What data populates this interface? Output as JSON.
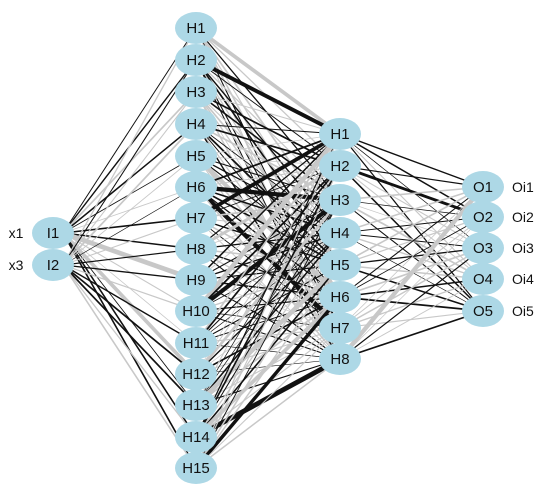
{
  "diagram": {
    "node_color": "#add8e6",
    "edge_dark": "#111111",
    "edge_light": "#c8c8c8",
    "input_names": [
      "x1",
      "x3"
    ],
    "output_names": [
      "Oi1",
      "Oi2",
      "Oi3",
      "Oi4",
      "Oi5"
    ],
    "layers": [
      {
        "name": "input",
        "nodes": [
          "I1",
          "I2"
        ]
      },
      {
        "name": "hidden1",
        "nodes": [
          "H1",
          "H2",
          "H3",
          "H4",
          "H5",
          "H6",
          "H7",
          "H8",
          "H9",
          "H10",
          "H11",
          "H12",
          "H13",
          "H14",
          "H15"
        ]
      },
      {
        "name": "hidden2",
        "nodes": [
          "H1",
          "H2",
          "H3",
          "H4",
          "H5",
          "H6",
          "H7",
          "H8"
        ]
      },
      {
        "name": "output",
        "nodes": [
          "O1",
          "O2",
          "O3",
          "O4",
          "O5"
        ]
      }
    ]
  }
}
